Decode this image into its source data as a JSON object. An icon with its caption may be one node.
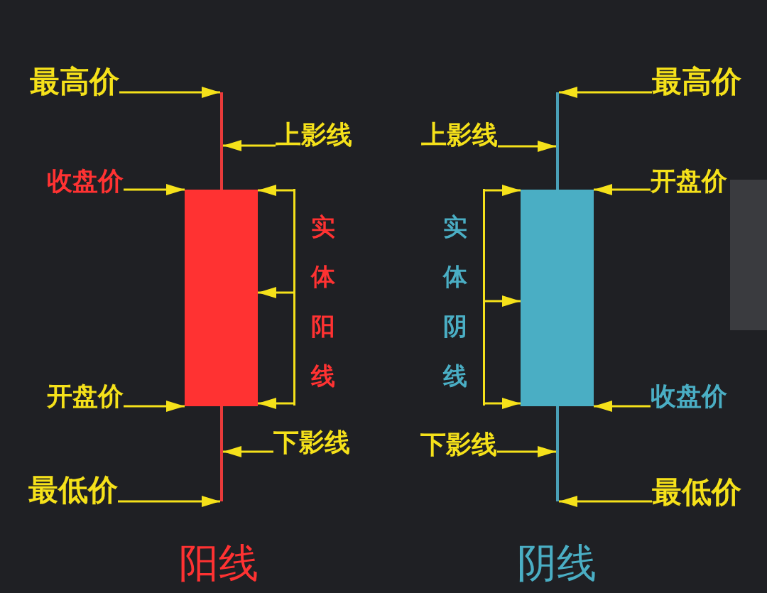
{
  "diagram": {
    "nodes": [
      {
        "text": [
          "最高价"
        ]
      },
      {
        "text": [
          "上影线"
        ]
      },
      {
        "text": [
          "收盘价"
        ]
      },
      {
        "text": [
          "实体阳线"
        ]
      },
      {
        "text": [
          "开盘价"
        ]
      },
      {
        "text": [
          "下影线"
        ]
      },
      {
        "text": [
          "最低价"
        ]
      },
      {
        "text": [],
        "shape": "bar"
      },
      {
        "text": [],
        "shape": "box"
      },
      {
        "text": [],
        "shape": "bar"
      },
      {
        "text": [
          "最高价"
        ]
      },
      {
        "text": [
          "上影线"
        ]
      },
      {
        "text": [
          "开盘价"
        ]
      },
      {
        "text": [
          "实体阴线"
        ]
      },
      {
        "text": [
          "收盘价"
        ]
      },
      {
        "text": [
          "下影线"
        ]
      },
      {
        "text": [
          "最低价"
        ]
      },
      {
        "text": [],
        "shape": "bar"
      },
      {
        "text": [],
        "shape": "box"
      },
      {
        "text": [],
        "shape": "bar"
      }
    ],
    "edges": [
      {
        "from": 0,
        "to": 7,
        "arrow": "to"
      },
      {
        "from": 1,
        "to": 7,
        "arrow": "to"
      },
      {
        "from": 2,
        "to": 8,
        "arrow": "to"
      },
      {
        "from": 3,
        "to": 8,
        "arrow": "to"
      },
      {
        "from": 3,
        "to": 8,
        "arrow": "to"
      },
      {
        "from": 3,
        "to": 8,
        "arrow": "to"
      },
      {
        "from": 4,
        "to": 8,
        "arrow": "to"
      },
      {
        "from": 5,
        "to": 9,
        "arrow": "to"
      },
      {
        "from": 6,
        "to": 9,
        "arrow": "to"
      },
      {
        "from": 10,
        "to": 17,
        "arrow": "to"
      },
      {
        "from": 11,
        "to": 17,
        "arrow": "to"
      },
      {
        "from": 12,
        "to": 18,
        "arrow": "to"
      },
      {
        "from": 13,
        "to": 18,
        "arrow": "to"
      },
      {
        "from": 13,
        "to": 18,
        "arrow": "to"
      },
      {
        "from": 13,
        "to": 18,
        "arrow": "to"
      },
      {
        "from": 14,
        "to": 18,
        "arrow": "to"
      },
      {
        "from": 15,
        "to": 19,
        "arrow": "to"
      },
      {
        "from": 16,
        "to": 19,
        "arrow": "to"
      }
    ],
    "labels": [
      "阳线",
      "阴线"
    ]
  }
}
